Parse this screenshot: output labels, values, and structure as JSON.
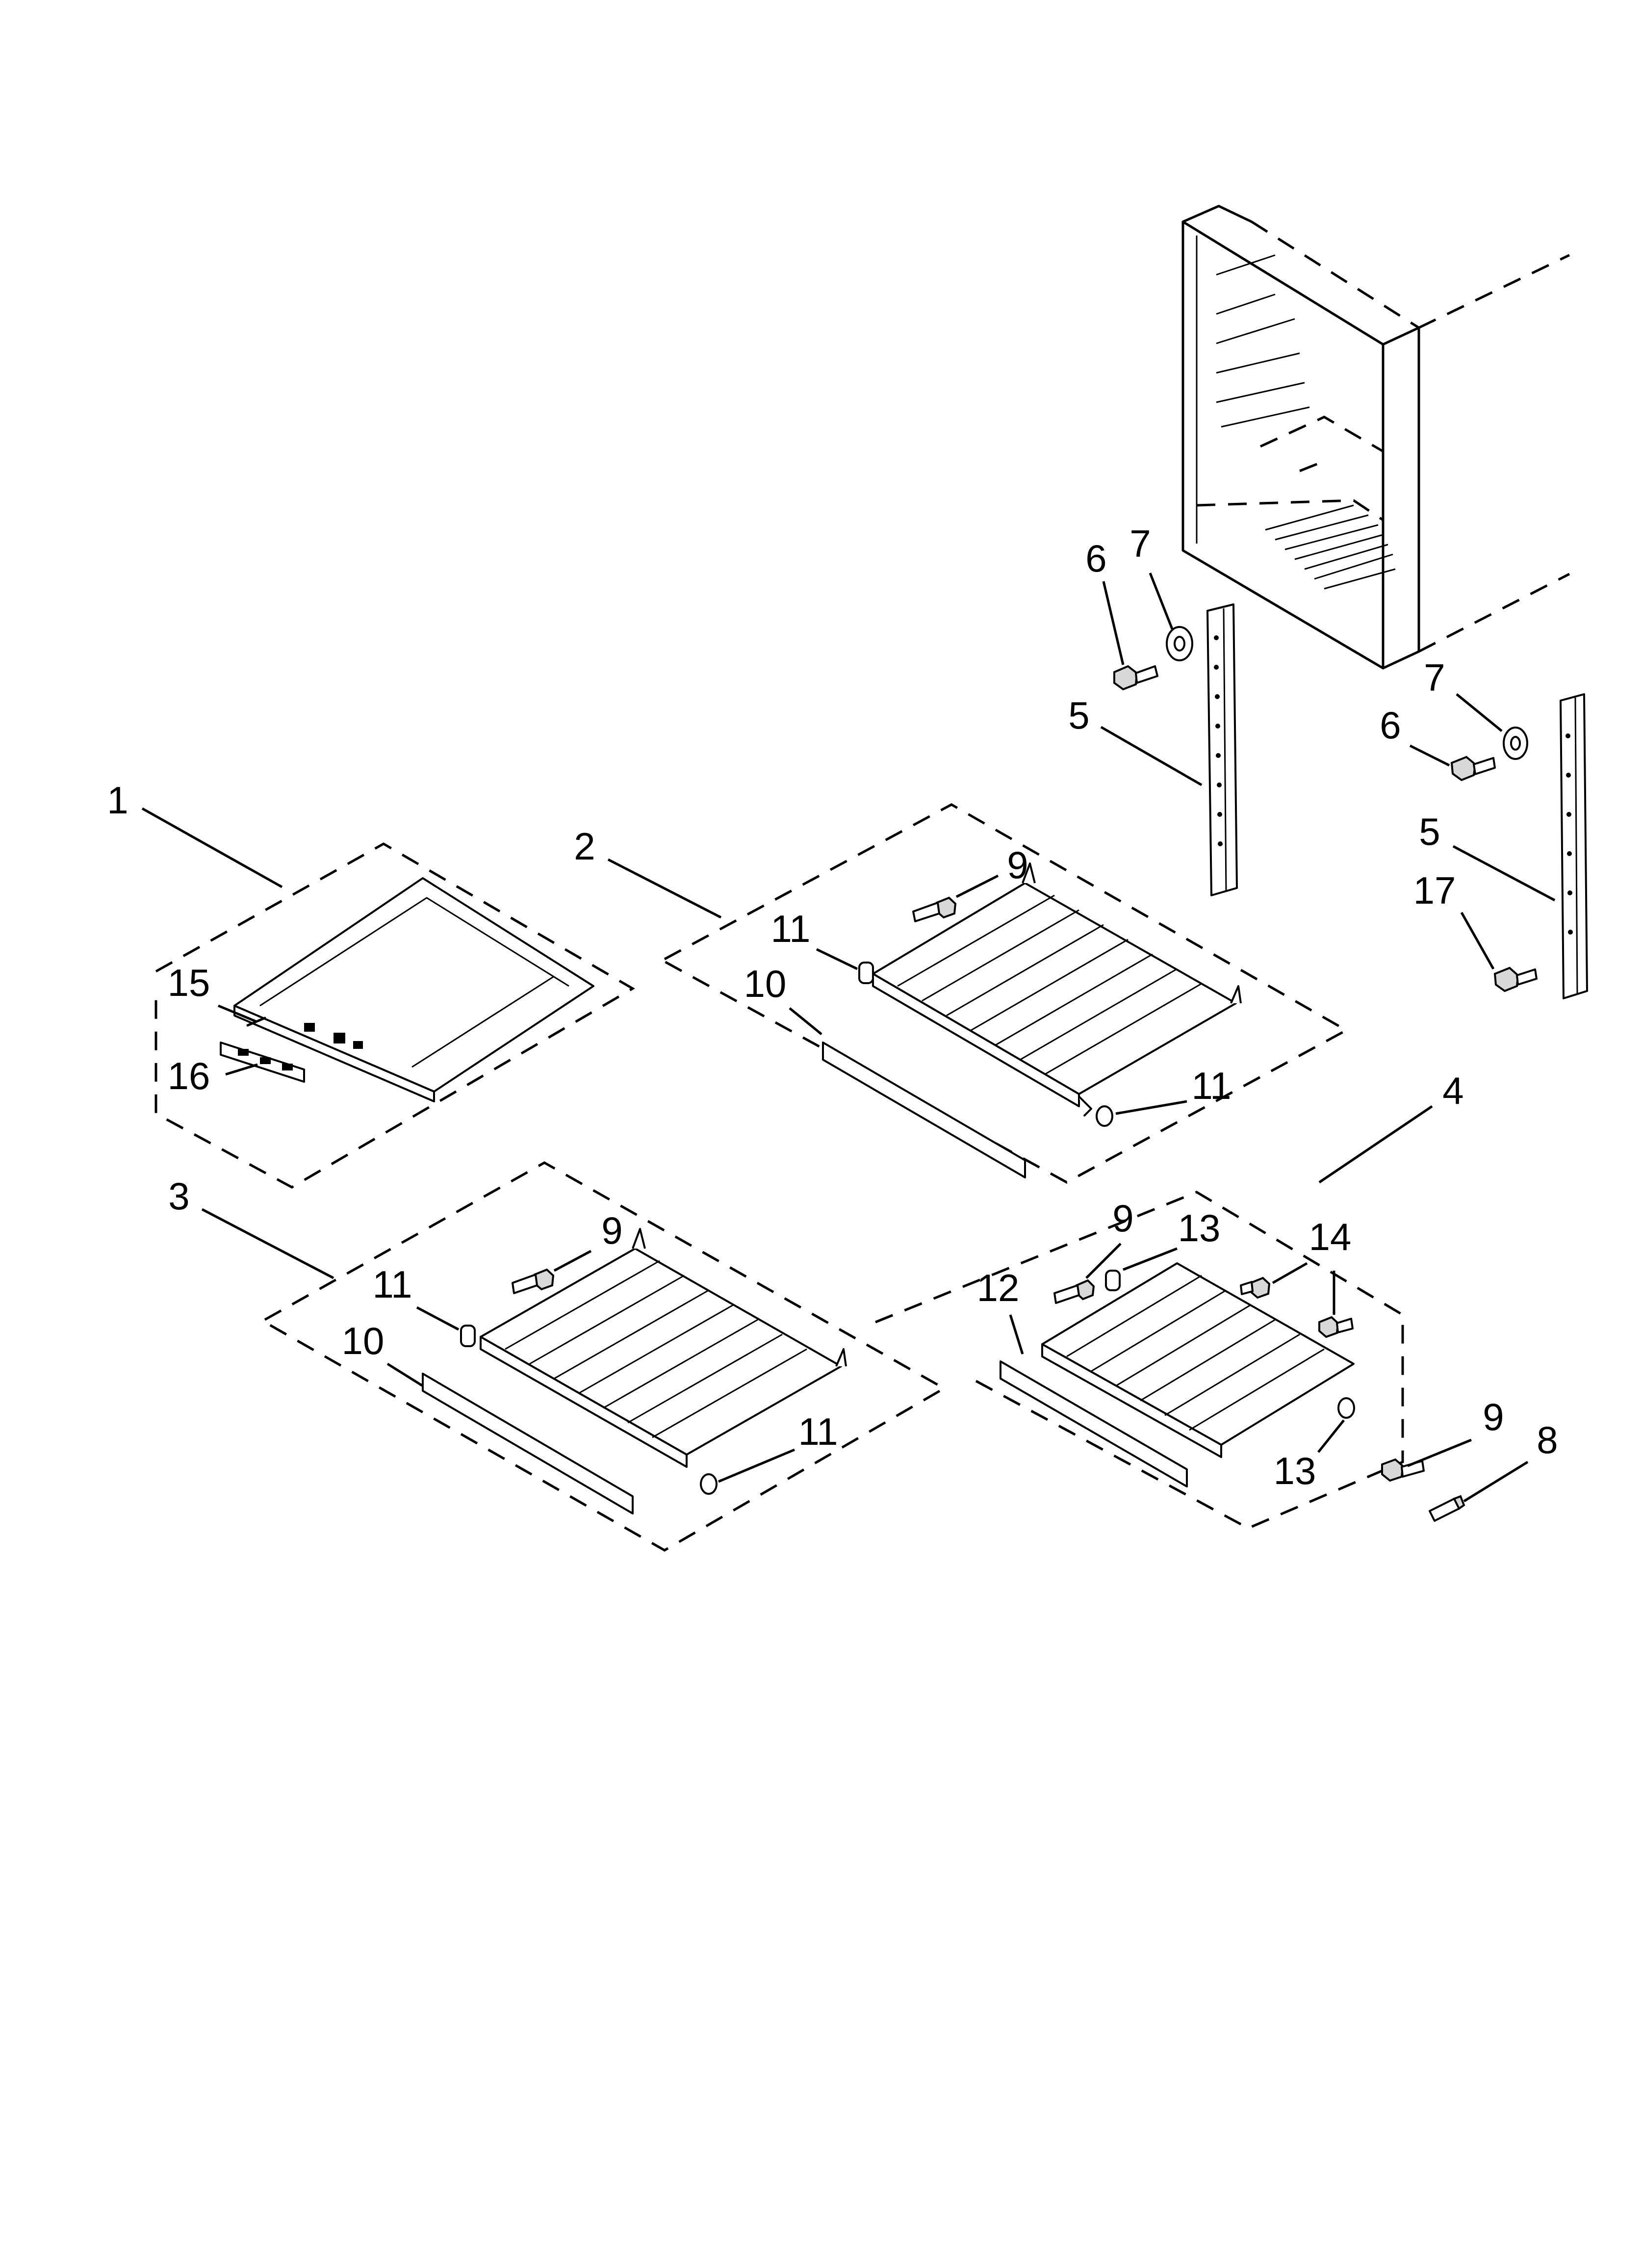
{
  "callouts": {
    "c1": "1",
    "c2": "2",
    "c3": "3",
    "c4": "4",
    "c5a": "5",
    "c5b": "5",
    "c6a": "6",
    "c6b": "6",
    "c7a": "7",
    "c7b": "7",
    "c8": "8",
    "c9a": "9",
    "c9b": "9",
    "c9c": "9",
    "c9d": "9",
    "c10a": "10",
    "c10b": "10",
    "c11a": "11",
    "c11b": "11",
    "c11c": "11",
    "c11d": "11",
    "c12": "12",
    "c13a": "13",
    "c13b": "13",
    "c14": "14",
    "c15": "15",
    "c16": "16",
    "c17": "17"
  }
}
